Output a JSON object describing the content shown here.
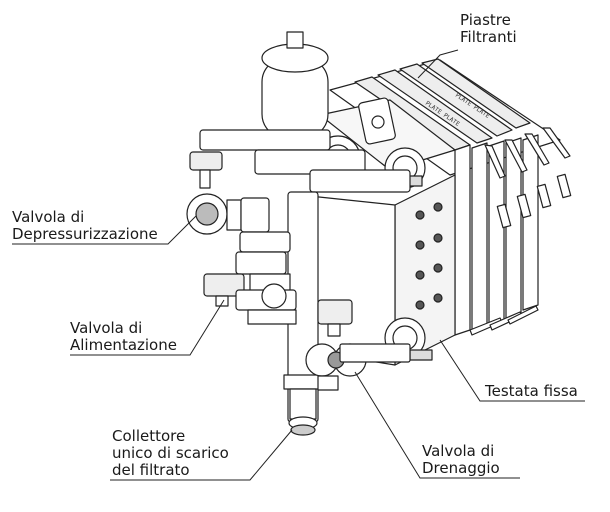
{
  "labels": {
    "piastre_filtranti": "Piastre\nFiltranti",
    "valvola_depressurizzazione": "Valvola di\nDepressurizzazione",
    "valvola_alimentazione": "Valvola di\nAlimentazione",
    "testata_fissa": "Testata fissa",
    "collettore": "Collettore\nunico di scarico\ndel filtrato",
    "valvola_drenaggio": "Valvola di\nDrenaggio"
  },
  "colors": {
    "line": "#222222",
    "fill": "#ffffff",
    "shade": "#d9d9d9",
    "dark": "#555555"
  }
}
